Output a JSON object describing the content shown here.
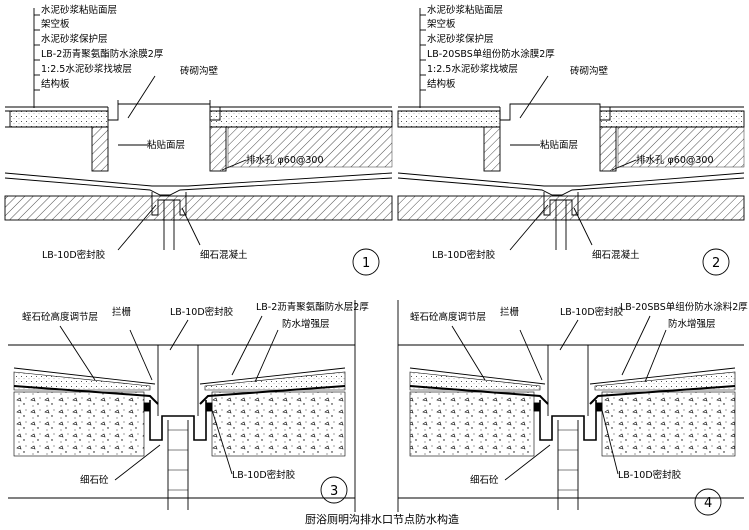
{
  "caption": "厨浴厕明沟排水口节点防水构造",
  "details": [
    {
      "number": "1",
      "stack_labels": [
        "水泥砂浆粘贴面层",
        "架空板",
        "水泥砂浆保护层",
        "LB-2沥青聚氨酯防水涂膜2厚",
        "1:2.5水泥砂浆找坡层",
        "结构板"
      ],
      "wall_label": "砖砌沟壁",
      "finish_label": "粘贴面层",
      "hole_label": "排水孔 φ60@300",
      "sealant_label": "LB-10D密封胶",
      "concrete_label": "细石混凝土"
    },
    {
      "number": "2",
      "stack_labels": [
        "水泥砂浆粘贴面层",
        "架空板",
        "水泥砂浆保护层",
        "LB-20SBS单组份防水涂膜2厚",
        "1:2.5水泥砂浆找坡层",
        "结构板"
      ],
      "wall_label": "砖砌沟壁",
      "finish_label": "粘贴面层",
      "hole_label": "排水孔 φ60@300",
      "sealant_label": "LB-10D密封胶",
      "concrete_label": "细石混凝土"
    },
    {
      "number": "3",
      "fill_label": "蛭石砼高度调节层",
      "grate_label": "拦栅",
      "sealant_top_label": "LB-10D密封胶",
      "membrane_label": "LB-2沥青聚氨酯防水层2厚",
      "reinforce_label": "防水增强层",
      "concrete_label": "细石砼",
      "sealant_bottom_label": "LB-10D密封胶"
    },
    {
      "number": "4",
      "fill_label": "蛭石砼高度调节层",
      "grate_label": "拦栅",
      "sealant_top_label": "LB-10D密封胶",
      "membrane_label": "LB-20SBS单组份防水涂料2厚",
      "reinforce_label": "防水增强层",
      "concrete_label": "细石砼",
      "sealant_bottom_label": "LB-10D密封胶"
    }
  ]
}
